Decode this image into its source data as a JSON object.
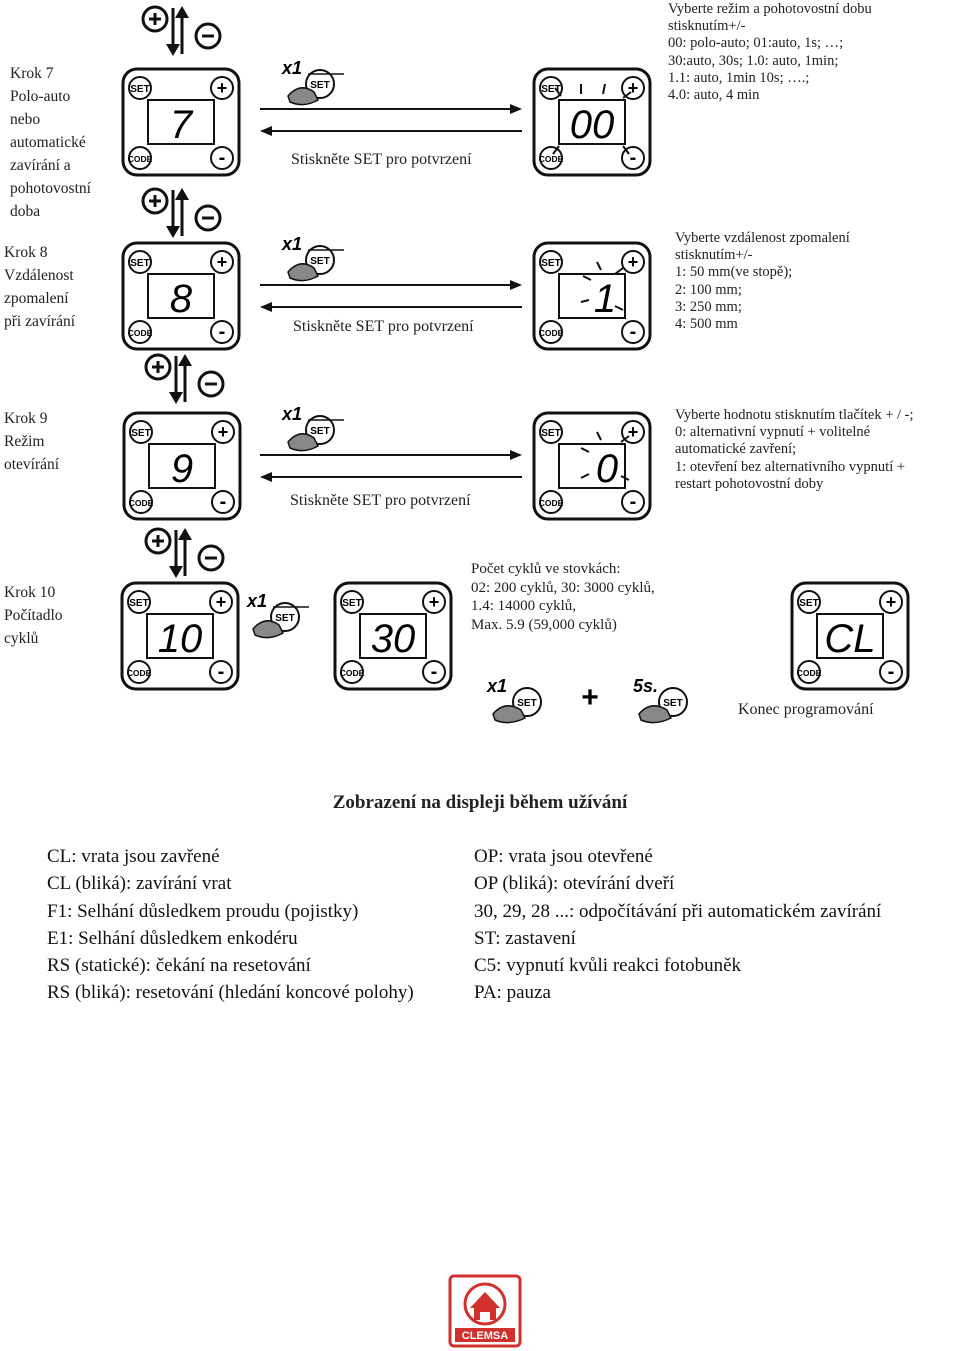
{
  "steps": [
    {
      "label_lines": [
        "Krok 7",
        "Polo-auto",
        "nebo",
        "automatické",
        "zavírání a",
        "pohotovostní",
        "doba"
      ],
      "display_before": "7",
      "display_after": "00",
      "confirm": "Stiskněte SET pro potvrzení",
      "desc_lines": [
        "Vyberte režim a pohotovostní dobu",
        "stisknutím+/-",
        "00: polo-auto; 01:auto, 1s; …;",
        "30:auto, 30s;  1.0: auto, 1min;",
        "1.1: auto, 1min 10s;  ….;",
        "4.0: auto, 4 min"
      ]
    },
    {
      "label_lines": [
        "Krok 8",
        "Vzdálenost",
        "zpomalení",
        "při zavírání"
      ],
      "display_before": "8",
      "display_after": "1",
      "confirm": "Stiskněte SET pro potvrzení",
      "desc_lines": [
        "Vyberte vzdálenost zpomalení",
        "stisknutím+/-",
        "1: 50 mm(ve stopě);",
        "2: 100 mm;",
        "3: 250  mm;",
        "4: 500 mm"
      ]
    },
    {
      "label_lines": [
        "Krok 9",
        "Režim",
        "otevírání"
      ],
      "display_before": "9",
      "display_after": "0",
      "confirm": "Stiskněte SET pro potvrzení",
      "desc_lines": [
        "Vyberte hodnotu stisknutím tlačítek + / -;",
        "0: alternativní vypnutí + volitelné",
        "automatické zavření;",
        "1: otevření bez alternativního vypnutí +",
        "restart pohotovostní doby"
      ]
    },
    {
      "label_lines": [
        "Krok 10",
        "Počítadlo",
        "cyklů"
      ],
      "display_before": "10",
      "display_mid": "30",
      "display_after": "CL",
      "desc_lines": [
        "Počet cyklů ve stovkách:",
        "02: 200 cyklů, 30: 3000 cyklů,",
        "1.4: 14000 cyklů,",
        "Max. 5.9 (59,000 cyklů)"
      ],
      "end_text": "Konec programování"
    }
  ],
  "panel": {
    "set_label": "SET",
    "code_label": "CODE",
    "plus": "+",
    "minus": "-"
  },
  "press": {
    "times_label": "x1",
    "five_sec_label": "5s.",
    "plus_sign": "+"
  },
  "display_section": {
    "title": "Zobrazení na displeji během užívání",
    "left": [
      "CL: vrata jsou zavřené",
      "CL (bliká): zavírání vrat",
      "F1: Selhání důsledkem proudu (pojistky)",
      "E1: Selhání důsledkem enkodéru",
      "RS (statické): čekání na resetování",
      "RS (bliká): resetování (hledání koncové polohy)"
    ],
    "right": [
      "OP: vrata jsou otevřené",
      "OP (bliká): otevírání dveří",
      "30, 29, 28 ...: odpočítávání při automatickém zavírání",
      "ST: zastavení",
      "C5: vypnutí kvůli reakci fotobuněk",
      "PA: pauza"
    ]
  },
  "logo": {
    "text": "CLEMSA",
    "color": "#d0312d"
  },
  "icons": [
    "plus-icon",
    "minus-icon",
    "arrow-up-icon",
    "arrow-down-icon",
    "finger-press-icon",
    "double-arrow-icon"
  ]
}
